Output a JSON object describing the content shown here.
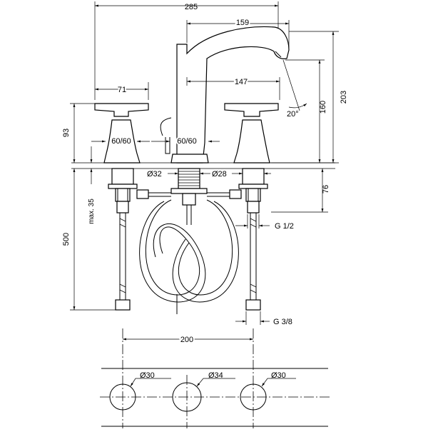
{
  "drawing": {
    "dimensions": {
      "width_total": "285",
      "spout_reach": "159",
      "spout_reach_inner": "147",
      "handle_width": "71",
      "height_total": "203",
      "spout_height": "160",
      "spout_angle": "20°",
      "handle_height": "93",
      "deck_hole_left": "60/60",
      "deck_hole_center": "60/60",
      "body_diameter": "Ø32",
      "valve_diameter": "Ø28",
      "below_deck": "76",
      "max_deck": "max. 35",
      "hose_length": "500",
      "thread_top": "G 1/2",
      "thread_bottom": "G 3/8",
      "spacing": "200",
      "hole_left": "Ø30",
      "hole_center": "Ø34",
      "hole_right": "Ø30"
    }
  }
}
